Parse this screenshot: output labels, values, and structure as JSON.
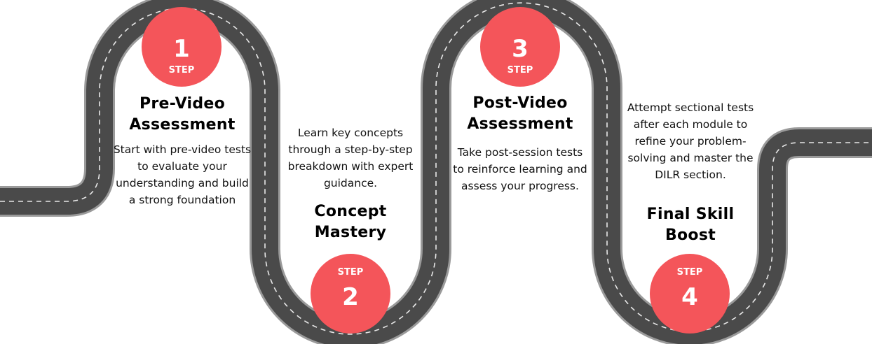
{
  "colors": {
    "road": "#4a4a4a",
    "road_edge": "#9a9a9a",
    "road_dash": "#e8e8e8",
    "badge": "#f4555a",
    "badge_text": "#ffffff",
    "text": "#000000"
  },
  "steps": [
    {
      "number": "1",
      "step_word": "STEP",
      "title": "Pre-Video Assessment",
      "description": "Start with pre-video tests to evaluate your understanding and build a strong foundation"
    },
    {
      "number": "2",
      "step_word": "STEP",
      "title": "Concept Mastery",
      "description": "Learn key concepts through a step-by-step breakdown with expert guidance."
    },
    {
      "number": "3",
      "step_word": "STEP",
      "title": "Post-Video Assessment",
      "description": "Take post-session tests to reinforce learning and assess your progress."
    },
    {
      "number": "4",
      "step_word": "STEP",
      "title": "Final Skill Boost",
      "description": "Attempt sectional tests after each module to refine your problem-solving and master the DILR section."
    }
  ]
}
